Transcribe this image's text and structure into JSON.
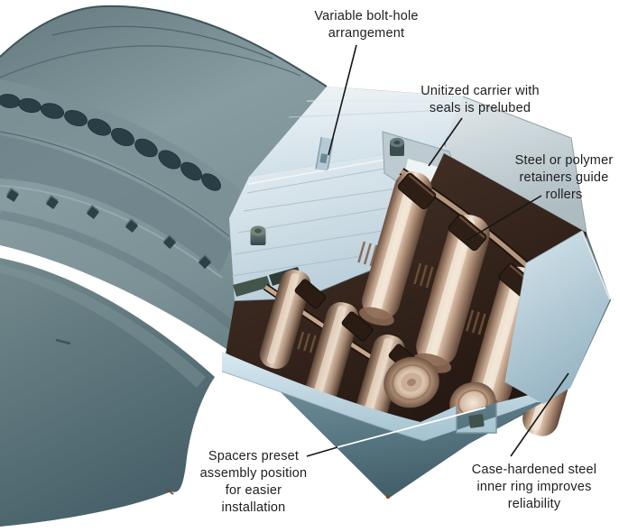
{
  "diagram": {
    "labels": [
      {
        "id": "variable-bolt-hole",
        "lines": [
          "Variable bolt-hole",
          "arrangement"
        ]
      },
      {
        "id": "unitized-carrier",
        "lines": [
          "Unitized carrier with",
          "seals is prelubed"
        ]
      },
      {
        "id": "retainers",
        "lines": [
          "Steel or polymer",
          "retainers guide",
          "rollers"
        ]
      },
      {
        "id": "spacers",
        "lines": [
          "Spacers preset",
          "assembly position",
          "for easier",
          "installation"
        ]
      },
      {
        "id": "case-hardened",
        "lines": [
          "Case-hardened steel",
          "inner ring improves",
          "reliability"
        ]
      }
    ],
    "colors": {
      "outer_ring_steel": "#7b9196",
      "cut_face_blue": "#c9dae3",
      "raceway_grey": "#c5d1d5",
      "roller_bronze": "#d8bfa9",
      "retainer_brown": "#33231a",
      "inner_ring_blue": "#a9c6d3",
      "hub_teal": "#5d757b",
      "background": "#ffffff",
      "label_text": "#1e1e1e",
      "leader_line": "#161616"
    }
  }
}
